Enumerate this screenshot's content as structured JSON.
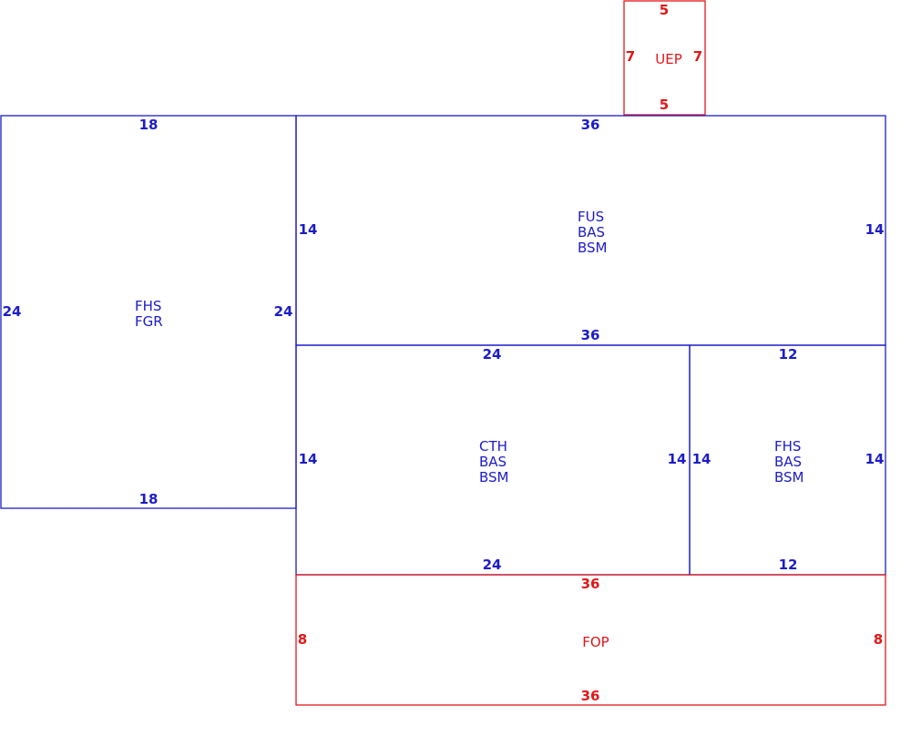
{
  "colors": {
    "living": "#1c1cc8",
    "porch": "#e01818",
    "background": "#ffffff"
  },
  "areas": [
    {
      "id": "uep",
      "type": "porch",
      "codes": [
        "UEP"
      ],
      "dims": {
        "top": "5",
        "bottom": "5",
        "left": "7",
        "right": "7"
      }
    },
    {
      "id": "fhs-garage",
      "type": "living",
      "codes": [
        "FHS",
        "FGR"
      ],
      "dims": {
        "top": "18",
        "bottom": "18",
        "left": "24",
        "right": "24"
      }
    },
    {
      "id": "fus",
      "type": "living",
      "codes": [
        "FUS",
        "BAS",
        "BSM"
      ],
      "dims": {
        "top": "36",
        "bottom": "36",
        "left": "14",
        "right": "14"
      }
    },
    {
      "id": "cth",
      "type": "living",
      "codes": [
        "CTH",
        "BAS",
        "BSM"
      ],
      "dims": {
        "top": "24",
        "bottom": "24",
        "left": "14",
        "right": "14"
      }
    },
    {
      "id": "fhs-right",
      "type": "living",
      "codes": [
        "FHS",
        "BAS",
        "BSM"
      ],
      "dims": {
        "top": "12",
        "bottom": "12",
        "left": "14",
        "right": "14"
      }
    },
    {
      "id": "fop",
      "type": "porch",
      "codes": [
        "FOP"
      ],
      "dims": {
        "top": "36",
        "bottom": "36",
        "left": "8",
        "right": "8"
      }
    }
  ]
}
